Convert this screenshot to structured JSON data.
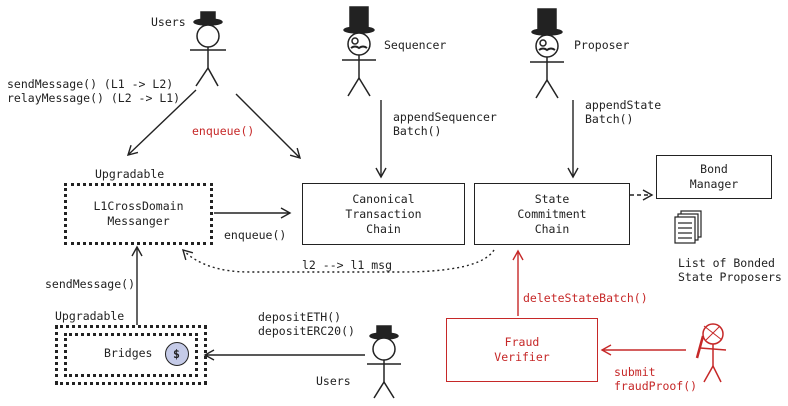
{
  "actors": {
    "users_top": "Users",
    "sequencer": "Sequencer",
    "proposer": "Proposer",
    "users_bottom": "Users"
  },
  "boxes": {
    "l1_messenger": "L1CrossDomain\nMessanger",
    "ctc": "Canonical\nTransaction\nChain",
    "scc": "State\nCommitment\nChain",
    "bond_manager": "Bond\nManager",
    "bridges": "Bridges",
    "fraud_verifier": "Fraud\nVerifier"
  },
  "labels": {
    "send_relay": "sendMessage() (L1 -> L2)\nrelayMessage() (L2 -> L1)",
    "enqueue_red": "enqueue()",
    "enqueue": "enqueue()",
    "upgradable_top": "Upgradable",
    "upgradable_bottom": "Upgradable",
    "append_sequencer": "appendSequencer\nBatch()",
    "append_state": "appendState\nBatch()",
    "l2_l1_msg": "l2 --> l1 msg",
    "list_bonded": "List of Bonded\nState Proposers",
    "send_message": "sendMessage()",
    "deposit": "depositETH()\ndepositERC20()",
    "delete_batch": "deleteStateBatch()",
    "submit_fraud": "submit\nfraudProof()",
    "coin_symbol": "$"
  },
  "colors": {
    "ink": "#222222",
    "red": "#c62828",
    "coin_fill": "#c5cbe8"
  }
}
